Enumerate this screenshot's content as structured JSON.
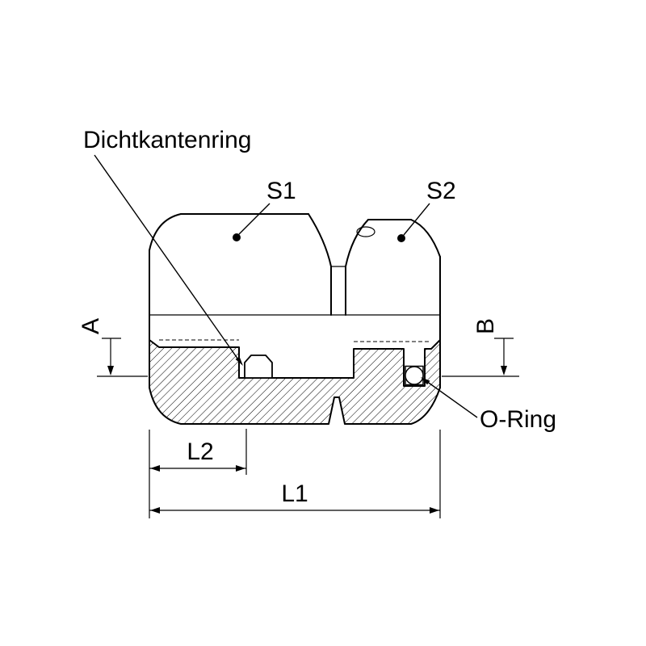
{
  "drawing": {
    "type": "technical-section-drawing",
    "background_color": "#ffffff",
    "line_color": "#000000",
    "callouts": {
      "dichtkantenring": "Dichtkantenring",
      "s1": "S1",
      "s2": "S2",
      "o_ring": "O-Ring"
    },
    "dimensions": {
      "a": "A",
      "b": "B",
      "l2": "L2",
      "l1": "L1"
    }
  }
}
